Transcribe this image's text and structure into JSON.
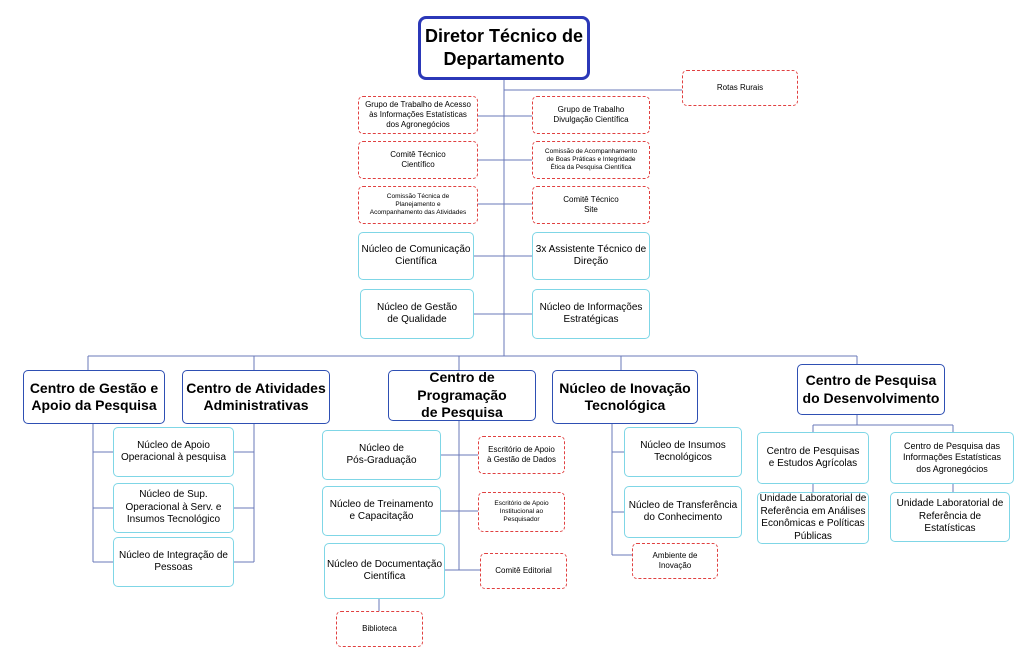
{
  "root": "Diretor Técnico de\nDepartamento",
  "staff": {
    "rotas_rurais": "Rotas Rurais",
    "grupo_trabalho_acesso": "Grupo de Trabalho de Acesso\nàs Informações Estatísticas\ndos Agronegócios",
    "grupo_trabalho_divulgacao": "Grupo de Trabalho\nDivulgação Científica",
    "comite_tecnico_cientifico": "Comitê Técnico\nCientífico",
    "comissao_boas_praticas": "Comissão de Acompanhamento\nde Boas Práticas e Integridade\nÉtica da Pesquisa Científica",
    "comissao_planejamento": "Comissão Técnica de\nPlanejamento e\nAcompanhamento das Atividades",
    "comite_site": "Comitê Técnico\nSite",
    "nucleo_comunicacao": "Núcleo de Comunicação\nCientífica",
    "assistente_tecnico": "3x Assistente Técnico de\nDireção",
    "nucleo_qualidade": "Núcleo de Gestão\nde Qualidade",
    "nucleo_informacoes": "Núcleo de Informações\nEstratégicas"
  },
  "centers": {
    "gestao_apoio": "Centro de Gestão e\nApoio da Pesquisa",
    "atividades_admin": "Centro de Atividades\nAdministrativas",
    "programacao": "Centro de Programação\nde Pesquisa",
    "inovacao": "Núcleo de Inovação\nTecnológica",
    "desenvolvimento": "Centro de Pesquisa\ndo Desenvolvimento"
  },
  "gestao_units": {
    "apoio_operacional": "Núcleo de Apoio\nOperacional à pesquisa",
    "sup_operacional": "Núcleo de Sup.\nOperacional à Serv. e\nInsumos Tecnológico",
    "integracao_pessoas": "Núcleo de Integração de\nPessoas"
  },
  "programacao_units": {
    "pos_graduacao": "Núcleo de\nPós-Graduação",
    "treinamento": "Núcleo de Treinamento\ne Capacitação",
    "documentacao": "Núcleo de Documentação\nCientífica",
    "biblioteca": "Biblioteca",
    "escritorio_dados": "Escritório de Apoio\nà Gestão de Dados",
    "escritorio_pesquisador": "Escritório de Apoio\nInstitucional ao\nPesquisador",
    "comite_editorial": "Comitê Editorial"
  },
  "inovacao_units": {
    "insumos": "Núcleo de Insumos\nTecnológicos",
    "transferencia": "Núcleo de Transferência\ndo Conhecimento",
    "ambiente": "Ambiente de\nInovação"
  },
  "desenvolvimento_units": {
    "estudos_agricolas": "Centro de Pesquisas\ne Estudos Agrícolas",
    "info_estatisticas": "Centro de Pesquisa das\nInformações Estatísticas\ndos Agronegócios",
    "unidade_analises": "Unidade Laboratorial de\nReferência em Análises\nEconômicas e Políticas\nPúblicas",
    "unidade_estatisticas": "Unidade Laboratorial de\nReferência de\nEstatísticas"
  }
}
